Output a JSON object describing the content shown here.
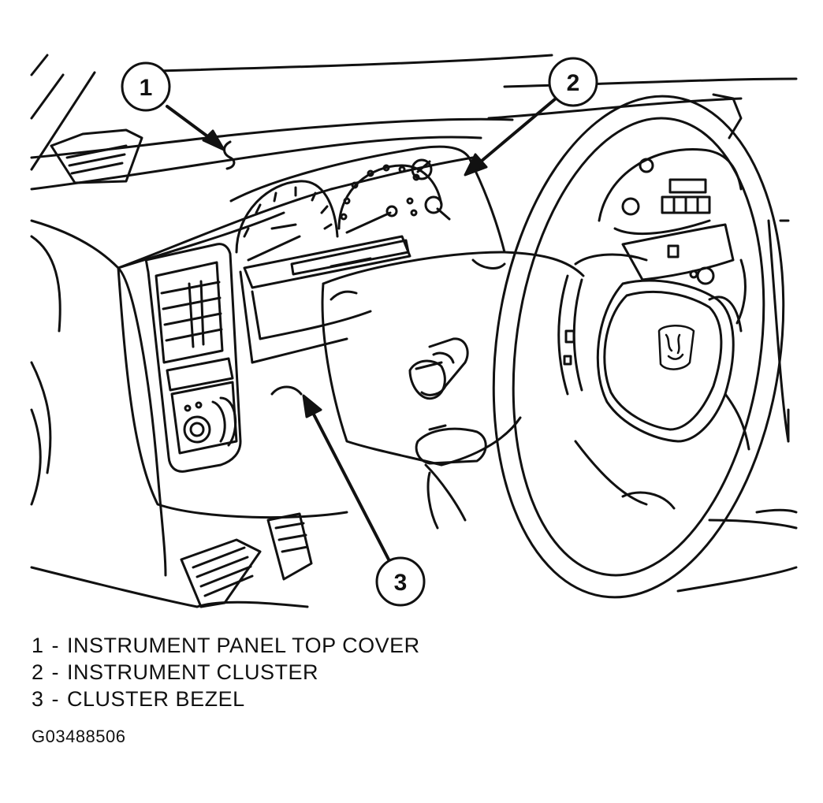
{
  "callouts": [
    {
      "number": "1",
      "label": "INSTRUMENT PANEL TOP COVER"
    },
    {
      "number": "2",
      "label": "INSTRUMENT CLUSTER"
    },
    {
      "number": "3",
      "label": "CLUSTER BEZEL"
    }
  ],
  "legend_separator": "-",
  "figure_id": "G03488506",
  "icons": [
    "dodge-ram-logo-icon"
  ]
}
